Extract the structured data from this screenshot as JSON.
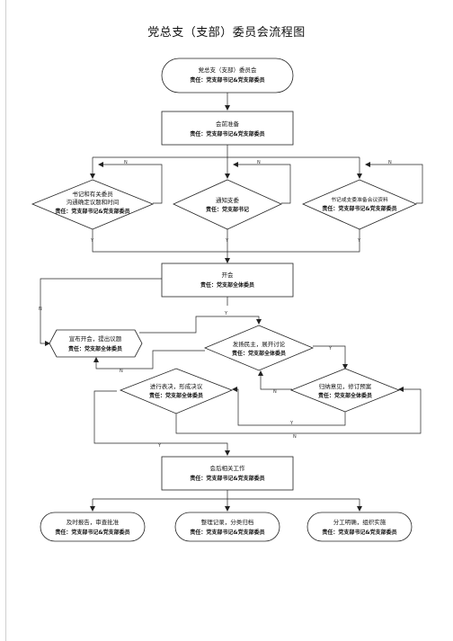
{
  "title": "党总支（支部）委员会流程图",
  "nodes": {
    "start": {
      "line1": "党总支（支部）委员会",
      "line2": "责任：党支部书记&党支部委员"
    },
    "prep": {
      "line1": "会前准备",
      "line2": "责任：党支部书记&党支部委员"
    },
    "d_secretary": {
      "line1": "书记和有关委员",
      "line2": "沟通确定议题和时间",
      "line3": "责任：党支部书记&党支部委员"
    },
    "d_notify": {
      "line1": "通知支委",
      "line2": "责任：党支部书记"
    },
    "d_prepare": {
      "line1": "书记或支委准备会议资料",
      "line2": "责任：党支部书记&党支部委员"
    },
    "meeting": {
      "line1": "开会",
      "line2": "责任：党支部全体委员"
    },
    "announce": {
      "line1": "宣布开会，提出议题",
      "line2": "责任：党支部全体委员"
    },
    "discuss": {
      "line1": "发扬民主，展开讨论",
      "line2": "责任：党支部全体委员"
    },
    "revise": {
      "line1": "归纳意见，修订预案",
      "line2": "责任：党支部全体委员"
    },
    "vote": {
      "line1": "进行表决，形成决议",
      "line2": "责任：党支部全体委员"
    },
    "after": {
      "line1": "会后相关工作",
      "line2": "责任：党支部书记&党支部委员"
    },
    "report": {
      "line1": "及时报告，审查批准",
      "line2": "责任：党支部书记&党支部委员"
    },
    "record": {
      "line1": "整理记录，分类归档",
      "line2": "责任：党支部书记&党支部委员"
    },
    "assign": {
      "line1": "分工明确，组织实施",
      "line2": "责任：党支部书记&党支部委员"
    }
  },
  "edge_labels": {
    "yes": "Y",
    "no": "N"
  }
}
